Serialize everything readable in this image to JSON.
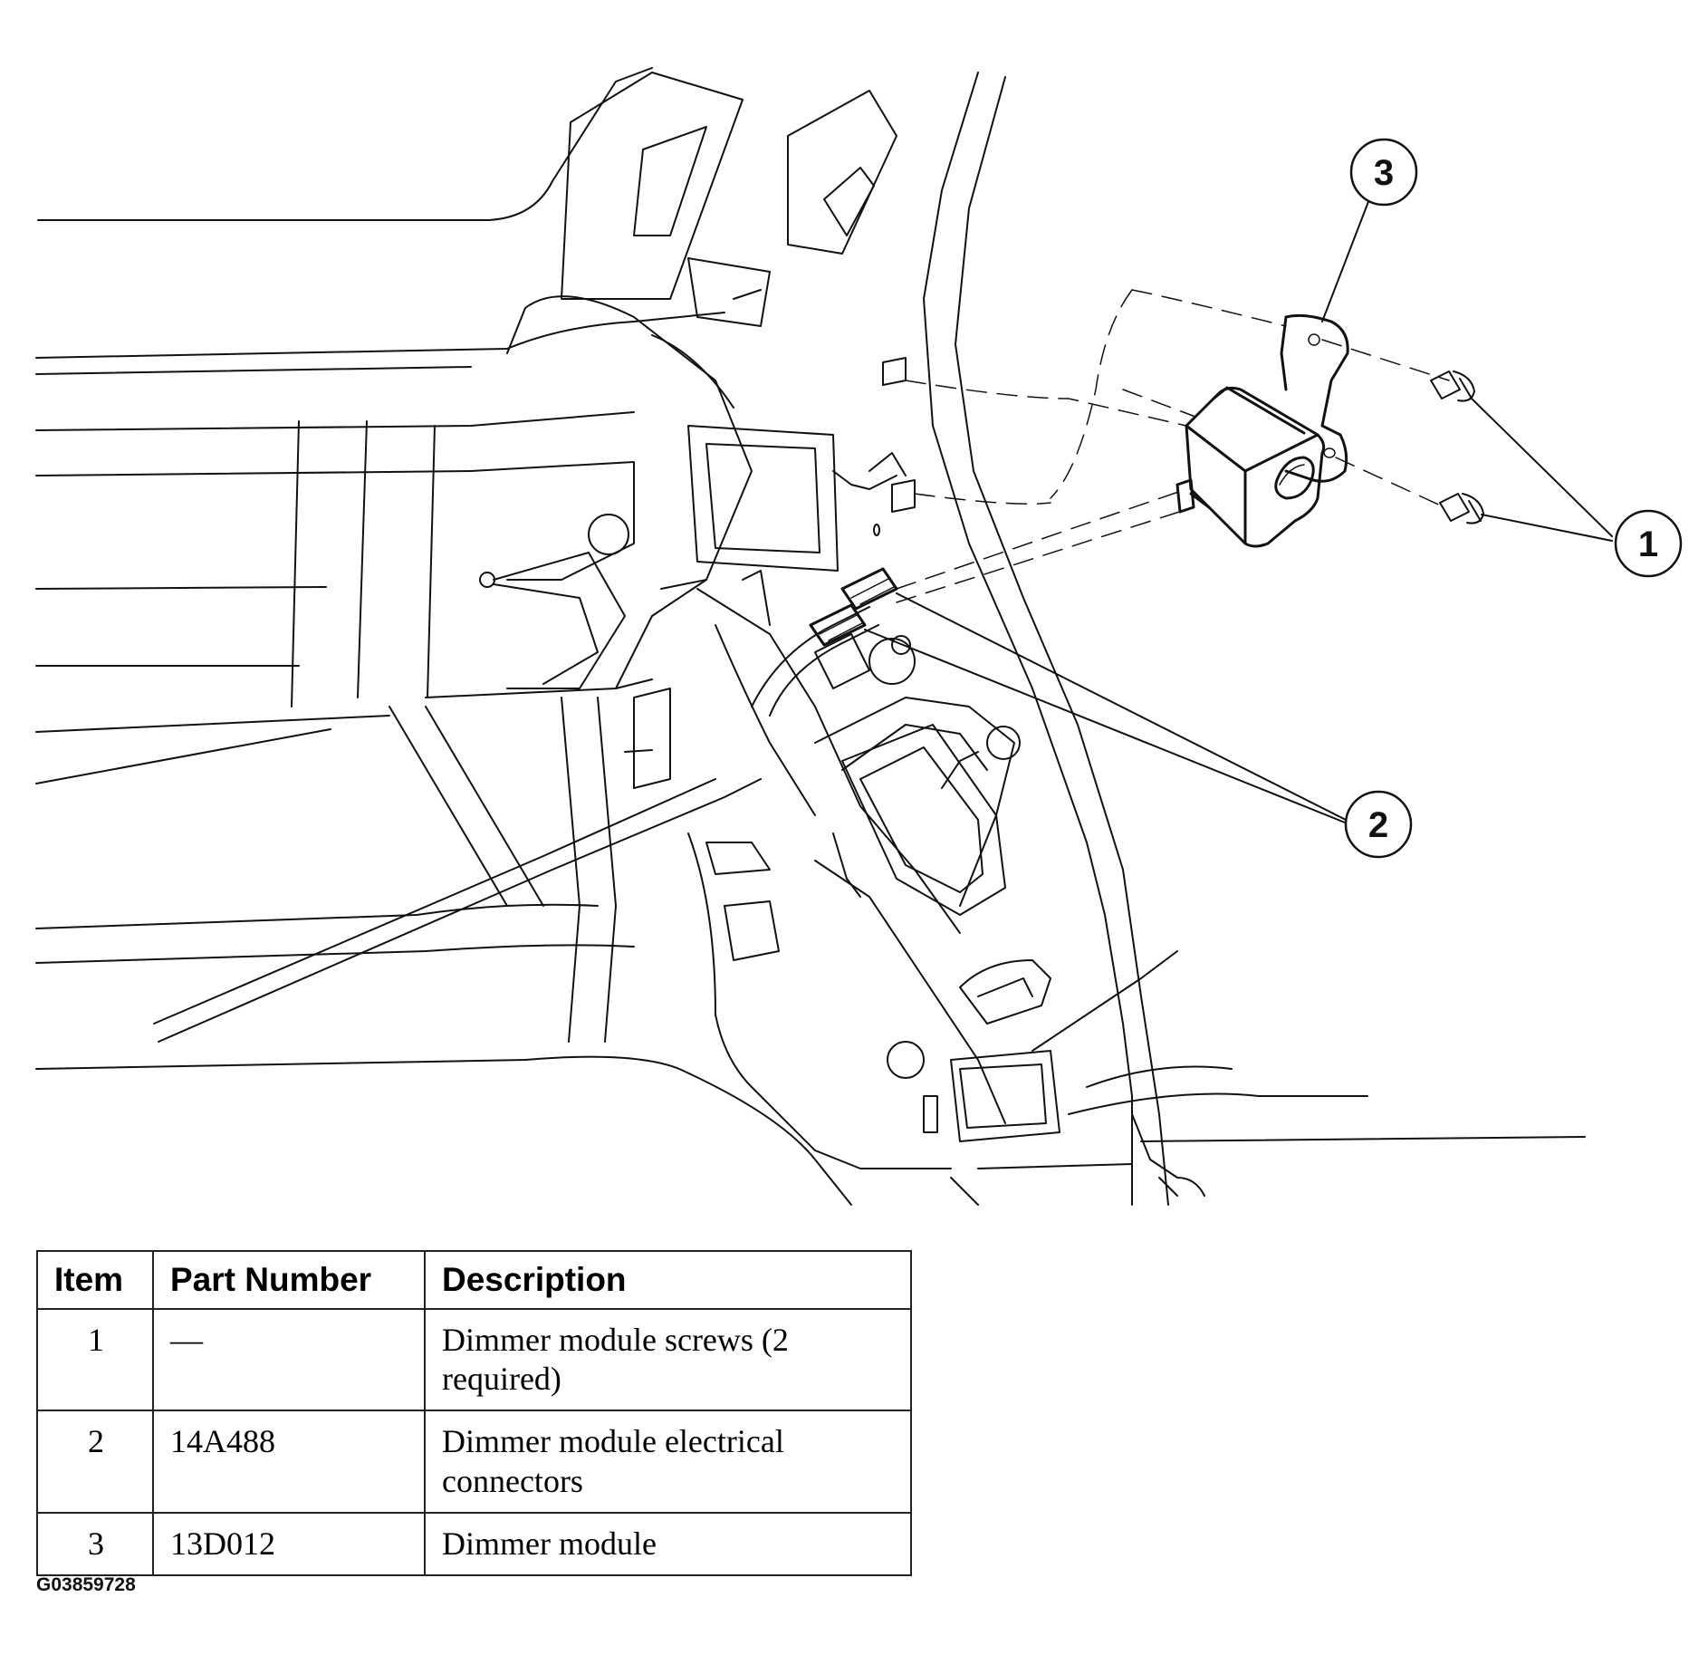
{
  "callouts": [
    {
      "label": "1",
      "part": "dimmer module screws"
    },
    {
      "label": "2",
      "part": "dimmer module electrical connectors"
    },
    {
      "label": "3",
      "part": "dimmer module"
    }
  ],
  "table": {
    "headers": [
      "Item",
      "Part Number",
      "Description"
    ],
    "rows": [
      {
        "item": "1",
        "part_number": "—",
        "description": "Dimmer module screws (2 required)"
      },
      {
        "item": "2",
        "part_number": "14A488",
        "description": "Dimmer module electrical connectors"
      },
      {
        "item": "3",
        "part_number": "13D012",
        "description": "Dimmer module"
      }
    ]
  },
  "figure_id": "G03859728"
}
